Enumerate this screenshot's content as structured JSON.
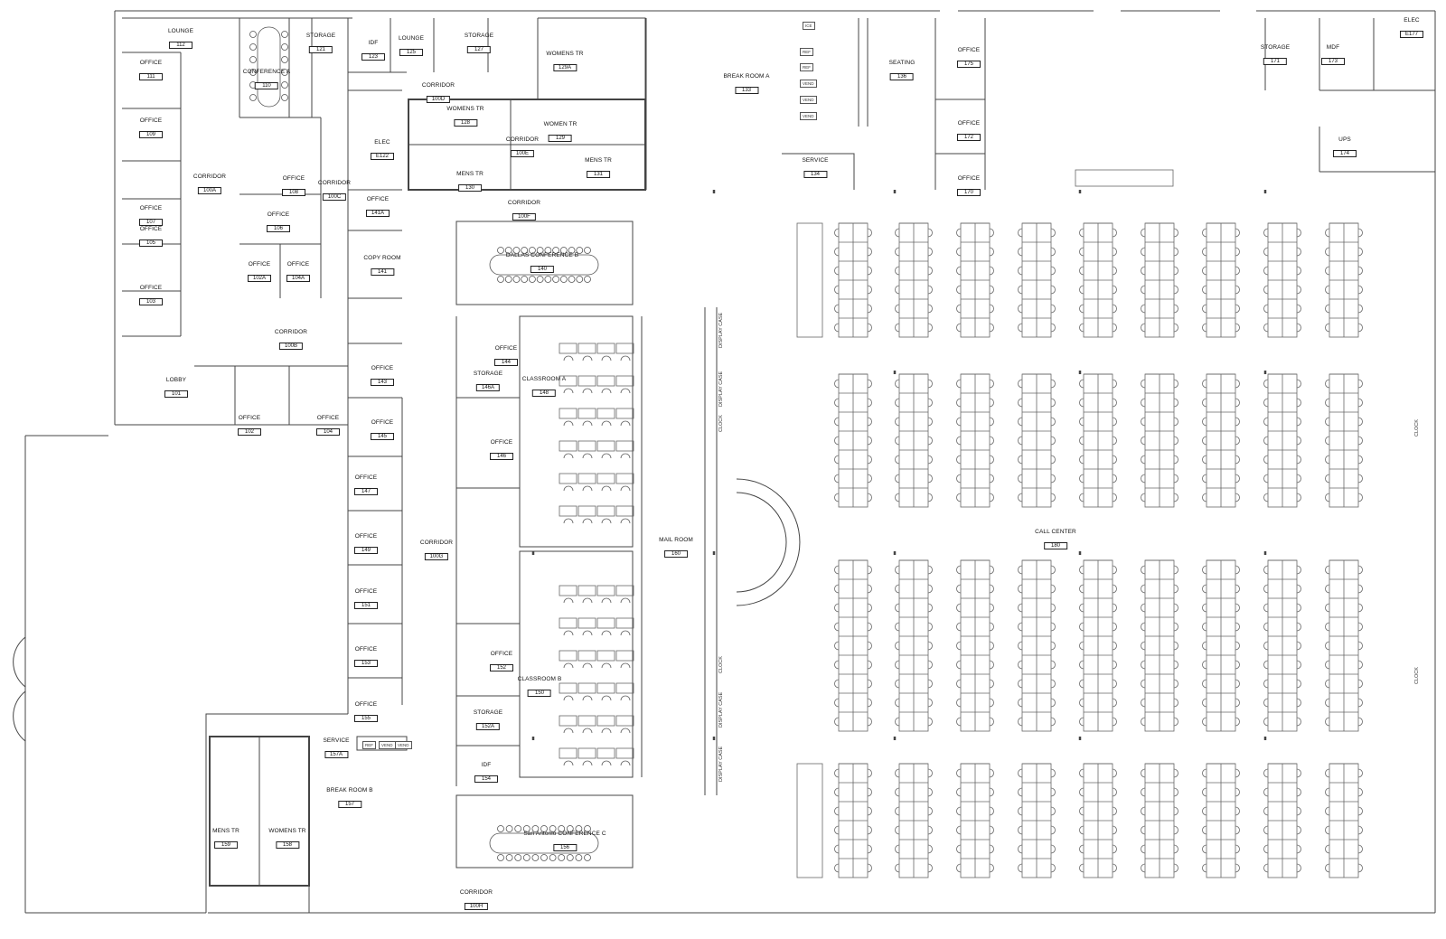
{
  "rooms": [
    {
      "name": "LOUNGE",
      "num": "112"
    },
    {
      "name": "OFFICE",
      "num": "111"
    },
    {
      "name": "CONFERENCE A",
      "num": "110"
    },
    {
      "name": "STORAGE",
      "num": "121"
    },
    {
      "name": "IDF",
      "num": "123"
    },
    {
      "name": "LOUNGE",
      "num": "125"
    },
    {
      "name": "STORAGE",
      "num": "127"
    },
    {
      "name": "WOMENS TR",
      "num": "129A"
    },
    {
      "name": "CORRIDOR",
      "num": "100D"
    },
    {
      "name": "WOMENS TR",
      "num": "128"
    },
    {
      "name": "WOMEN TR",
      "num": "129"
    },
    {
      "name": "CORRIDOR",
      "num": "100E"
    },
    {
      "name": "MENS TR",
      "num": "130"
    },
    {
      "name": "MENS TR",
      "num": "131"
    },
    {
      "name": "ELEC",
      "num": "E122"
    },
    {
      "name": "OFFICE",
      "num": "109"
    },
    {
      "name": "CORRIDOR",
      "num": "100A"
    },
    {
      "name": "OFFICE",
      "num": "108"
    },
    {
      "name": "CORRIDOR",
      "num": "100C"
    },
    {
      "name": "OFFICE",
      "num": "107"
    },
    {
      "name": "OFFICE",
      "num": "106"
    },
    {
      "name": "OFFICE",
      "num": "105"
    },
    {
      "name": "OFFICE",
      "num": "141A"
    },
    {
      "name": "CORRIDOR",
      "num": "100F"
    },
    {
      "name": "OFFICE",
      "num": "103"
    },
    {
      "name": "OFFICE",
      "num": "102A"
    },
    {
      "name": "OFFICE",
      "num": "104A"
    },
    {
      "name": "COPY ROOM",
      "num": "141"
    },
    {
      "name": "DALLAS CONFERENCE B",
      "num": "140"
    },
    {
      "name": "CORRIDOR",
      "num": "100B"
    },
    {
      "name": "LOBBY",
      "num": "101"
    },
    {
      "name": "OFFICE",
      "num": "102"
    },
    {
      "name": "OFFICE",
      "num": "104"
    },
    {
      "name": "OFFICE",
      "num": "143"
    },
    {
      "name": "OFFICE",
      "num": "145"
    },
    {
      "name": "OFFICE",
      "num": "144"
    },
    {
      "name": "STORAGE",
      "num": "146A"
    },
    {
      "name": "CLASSROOM A",
      "num": "148"
    },
    {
      "name": "OFFICE",
      "num": "146"
    },
    {
      "name": "OFFICE",
      "num": "147"
    },
    {
      "name": "OFFICE",
      "num": "149"
    },
    {
      "name": "CORRIDOR",
      "num": "100G"
    },
    {
      "name": "OFFICE",
      "num": "151"
    },
    {
      "name": "OFFICE",
      "num": "153"
    },
    {
      "name": "OFFICE",
      "num": "155"
    },
    {
      "name": "OFFICE",
      "num": "152"
    },
    {
      "name": "CLASSROOM B",
      "num": "150"
    },
    {
      "name": "STORAGE",
      "num": "152A"
    },
    {
      "name": "IDF",
      "num": "154"
    },
    {
      "name": "SERVICE",
      "num": "157A"
    },
    {
      "name": "BREAK ROOM B",
      "num": "157"
    },
    {
      "name": "MENS TR",
      "num": "159"
    },
    {
      "name": "WOMENS TR",
      "num": "158"
    },
    {
      "name": "San Antonio CONFERENCE C",
      "num": "156"
    },
    {
      "name": "CORRIDOR",
      "num": "100H"
    },
    {
      "name": "MAIL ROOM",
      "num": "160"
    },
    {
      "name": "BREAK ROOM A",
      "num": "133"
    },
    {
      "name": "SEATING",
      "num": "136"
    },
    {
      "name": "SERVICE",
      "num": "134"
    },
    {
      "name": "OFFICE",
      "num": "175"
    },
    {
      "name": "OFFICE",
      "num": "172"
    },
    {
      "name": "OFFICE",
      "num": "170"
    },
    {
      "name": "STORAGE",
      "num": "171"
    },
    {
      "name": "MDF",
      "num": "173"
    },
    {
      "name": "ELEC",
      "num": "E177"
    },
    {
      "name": "UPS",
      "num": "174"
    },
    {
      "name": "CALL CENTER",
      "num": "180"
    }
  ],
  "fixtures": {
    "break_a": [
      "ICE",
      "REF",
      "REF",
      "VEND",
      "VEND",
      "VEND"
    ],
    "break_b": [
      "REF",
      "VEND",
      "VEND"
    ]
  },
  "wall_notes": {
    "display_case": "DISPLAY CASE",
    "clock": "CLOCK"
  }
}
